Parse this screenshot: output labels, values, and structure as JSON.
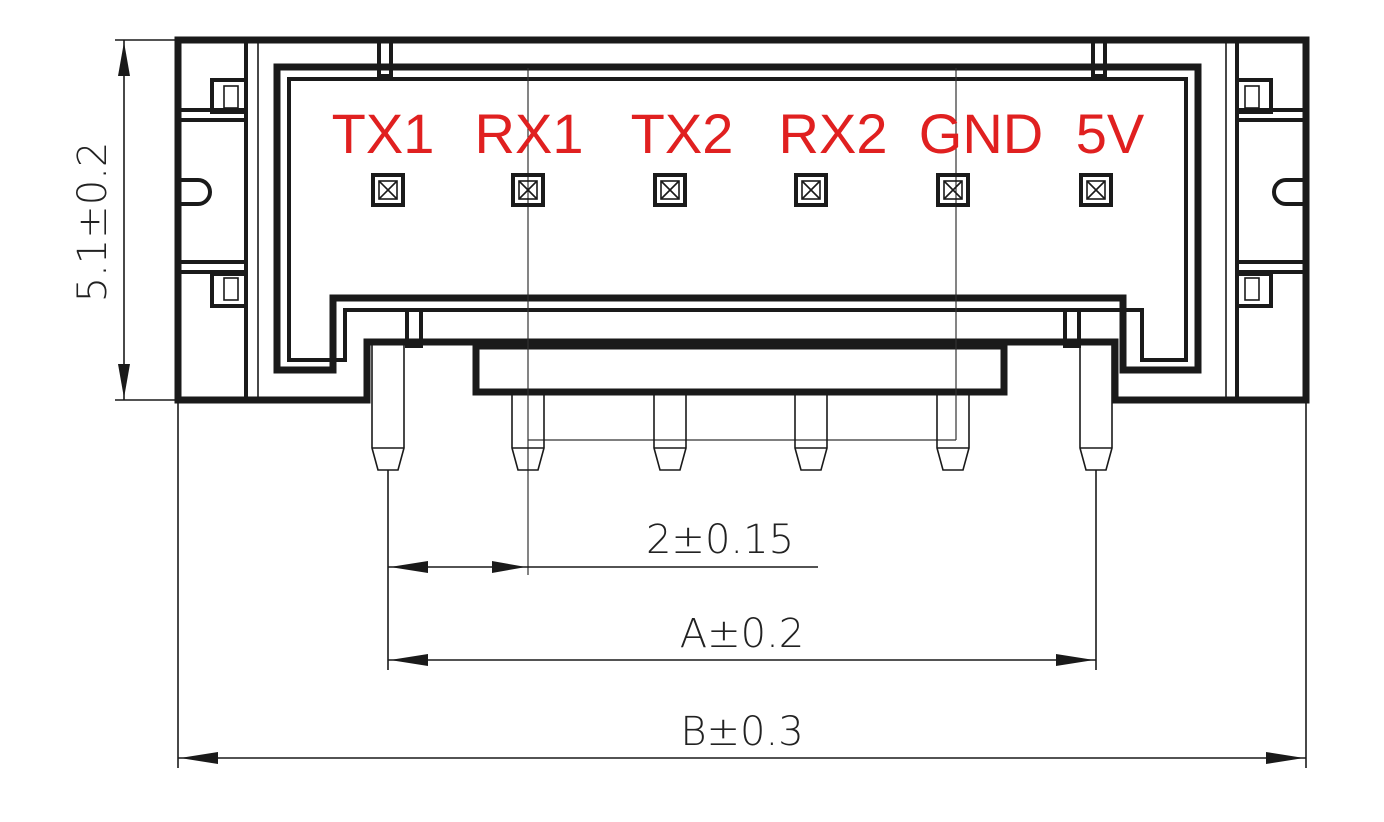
{
  "pin_labels": [
    "TX1",
    "RX1",
    "TX2",
    "RX2",
    "GND",
    "5V"
  ],
  "dimensions": {
    "height": "5.1±0.2",
    "pitch": "2±0.15",
    "pin_span": "A±0.2",
    "overall_width": "B±0.3"
  },
  "colors": {
    "pin_label": "#e02020",
    "line": "#1a1a1a"
  }
}
